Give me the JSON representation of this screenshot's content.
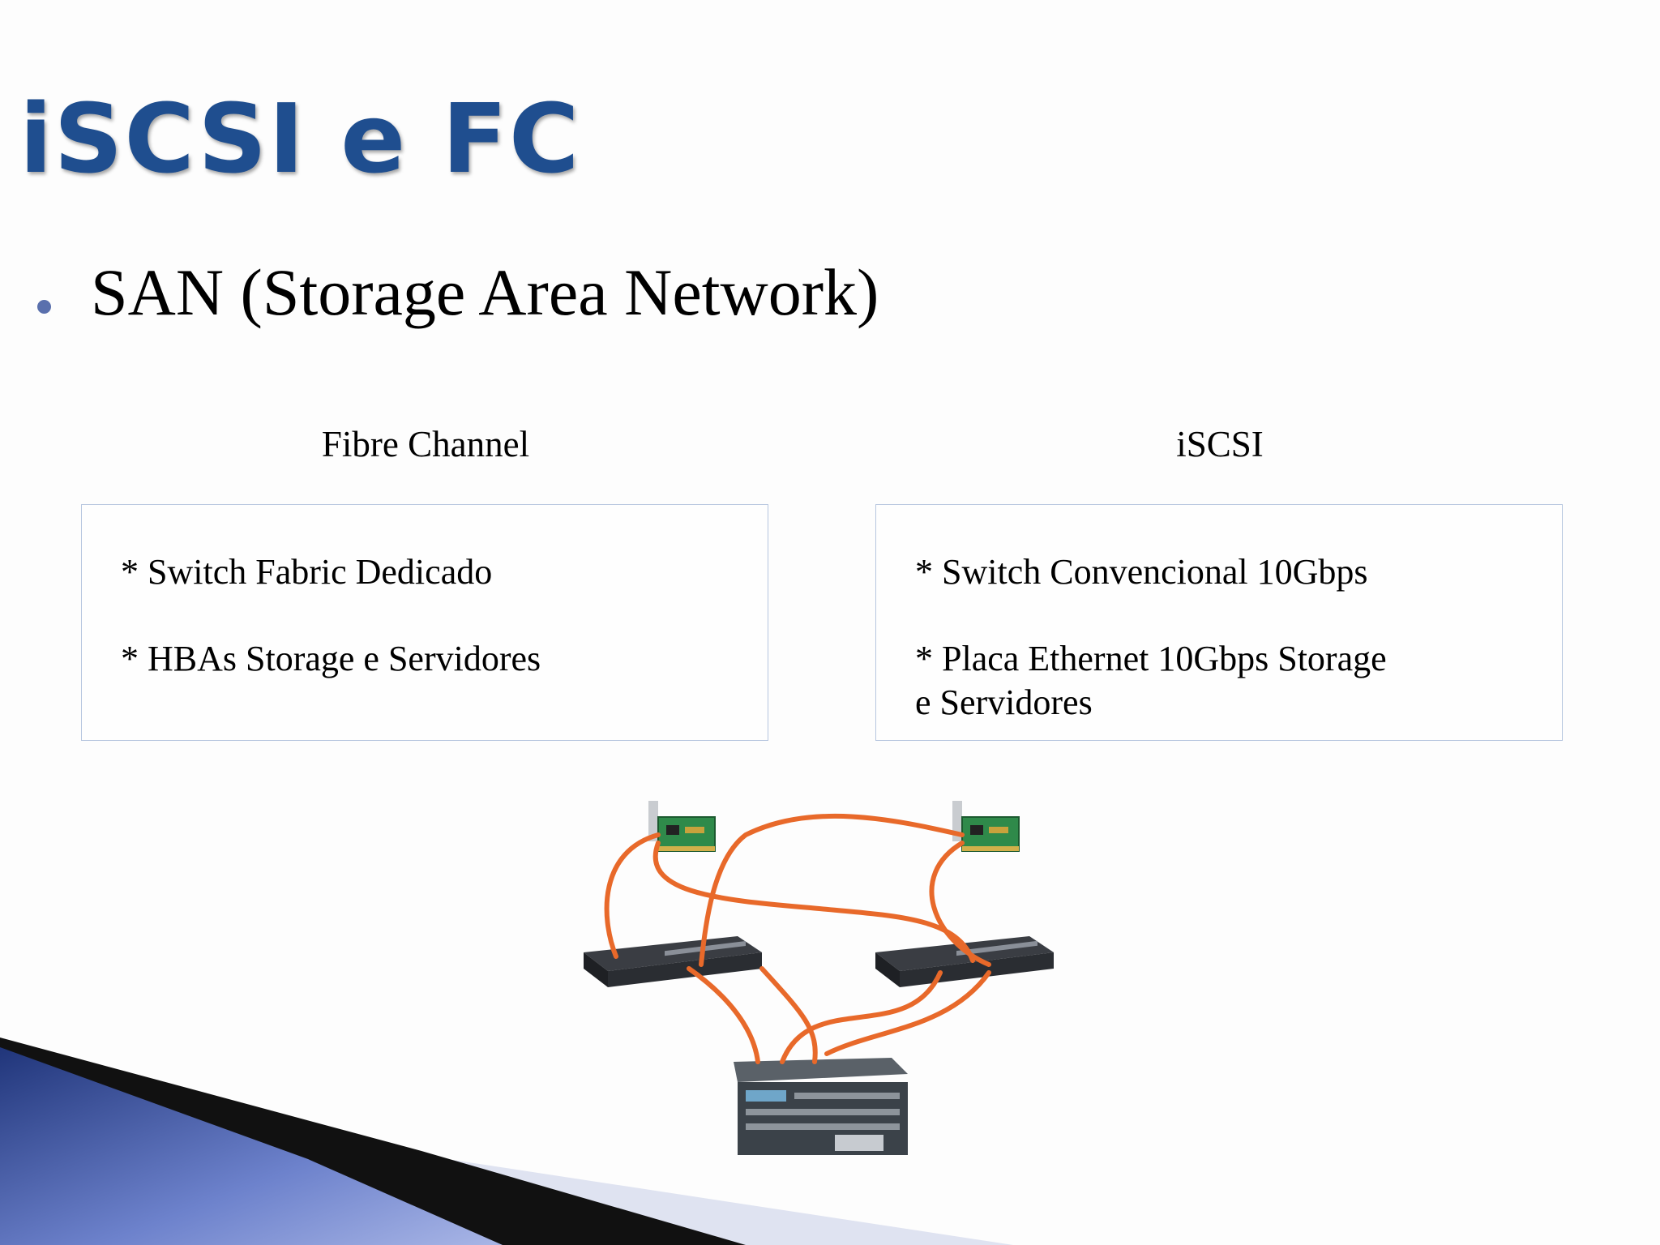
{
  "slide": {
    "title": "iSCSI e FC",
    "bullet": "SAN (Storage Area Network)"
  },
  "columns": {
    "left": {
      "heading": "Fibre Channel",
      "lines": [
        "* Switch Fabric Dedicado",
        "* HBAs Storage e Servidores"
      ]
    },
    "right": {
      "heading": "iSCSI",
      "lines": [
        "* Switch Convencional 10Gbps",
        "* Placa Ethernet 10Gbps Storage",
        "e Servidores"
      ]
    }
  },
  "colors": {
    "title": "#1f4e8f",
    "bullet": "#5a70ad",
    "box_border": "#b6c6df",
    "cable": "#e8692a",
    "deco_blue": "#4a63b4"
  }
}
